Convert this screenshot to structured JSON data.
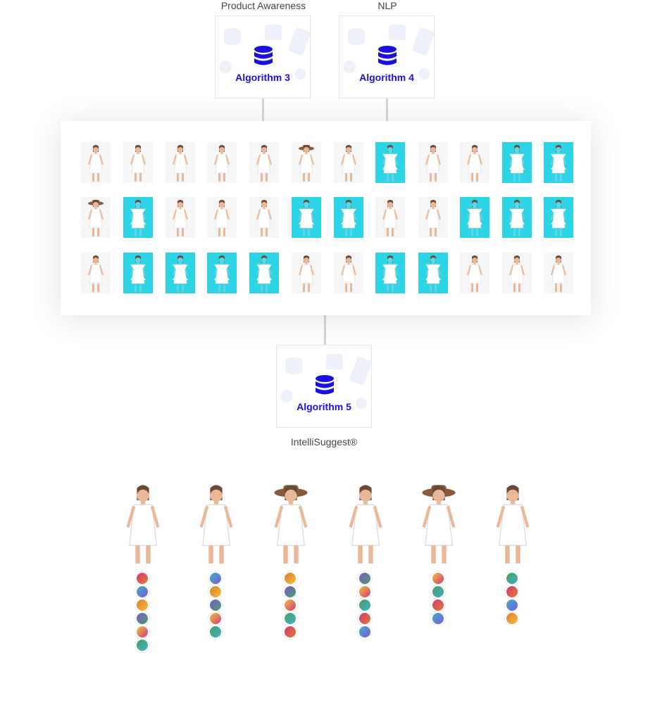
{
  "labels": {
    "top_left": "Product Awareness",
    "top_right": "NLP",
    "bottom": "IntelliSuggest®"
  },
  "algorithms": [
    {
      "label": "Algorithm 3"
    },
    {
      "label": "Algorithm 4"
    },
    {
      "label": "Algorithm 5"
    }
  ],
  "exclusion_mark": "X",
  "colors": {
    "algorithm_text": "#1a10e0",
    "excluded_overlay": "#2dd4e6",
    "connector": "#d6d6d6"
  },
  "product_grid": [
    [
      false,
      false,
      false,
      false,
      false,
      false,
      false,
      true,
      false,
      false,
      true,
      true
    ],
    [
      false,
      true,
      false,
      false,
      false,
      true,
      true,
      false,
      false,
      true,
      true,
      true
    ],
    [
      false,
      true,
      true,
      true,
      true,
      false,
      false,
      true,
      true,
      false,
      false,
      false
    ]
  ],
  "results": [
    {
      "avatars": 6
    },
    {
      "avatars": 5
    },
    {
      "avatars": 5
    },
    {
      "avatars": 5
    },
    {
      "avatars": 4
    },
    {
      "avatars": 4
    }
  ]
}
